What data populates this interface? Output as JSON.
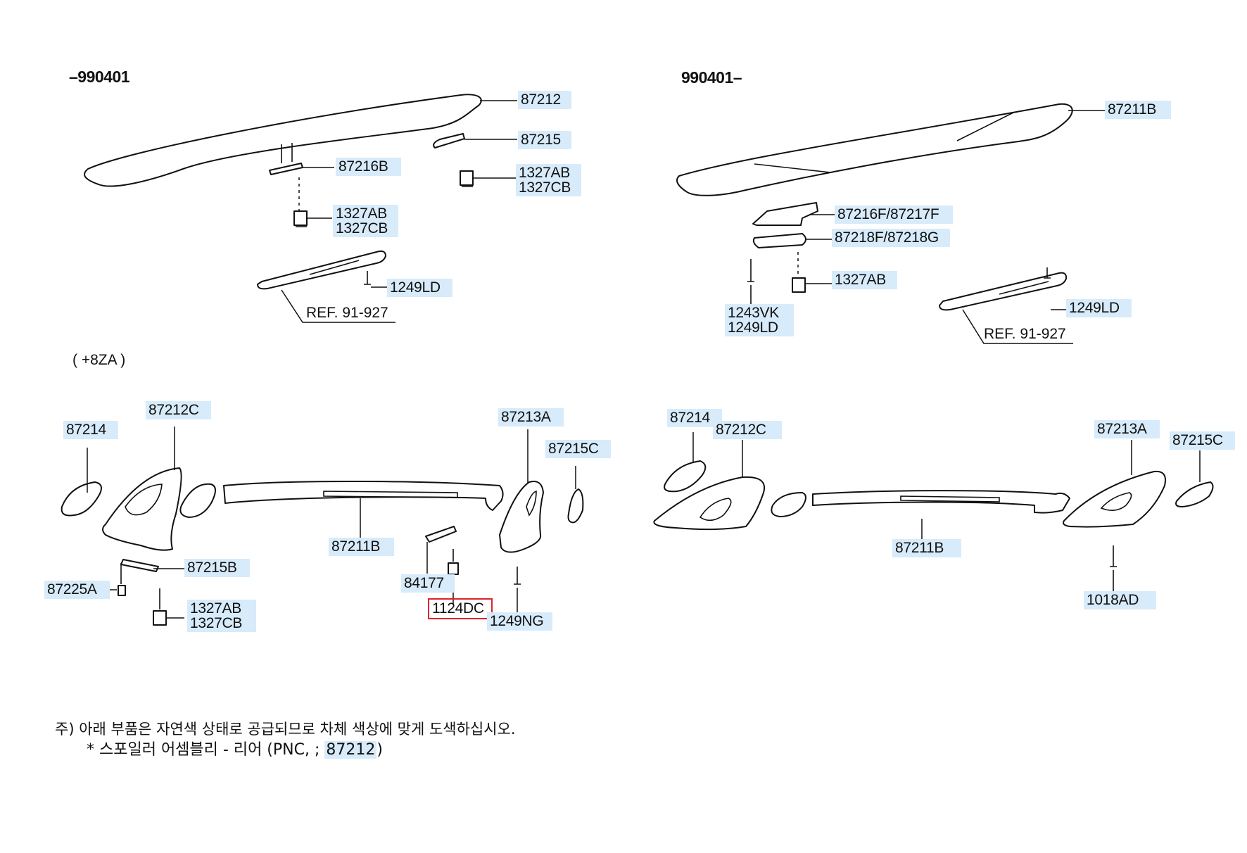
{
  "headers": {
    "top_left": "–990401",
    "top_right": "990401–",
    "variant": "( +8ZA )"
  },
  "labels": {
    "tl_87212": "87212",
    "tl_87215": "87215",
    "tl_87216b": "87216B",
    "tl_1327_a": [
      "1327AB",
      "1327CB"
    ],
    "tl_1327_b": [
      "1327AB",
      "1327CB"
    ],
    "tl_1249ld": "1249LD",
    "tl_ref": "REF. 91-927",
    "tr_87211b": "87211B",
    "tr_87216f": "87216F/87217F",
    "tr_87218f": "87218F/87218G",
    "tr_1327ab": "1327AB",
    "tr_1243": [
      "1243VK",
      "1249LD"
    ],
    "tr_1249ld": "1249LD",
    "tr_ref": "REF. 91-927",
    "bl_87214": "87214",
    "bl_87212c": "87212C",
    "bl_87213a": "87213A",
    "bl_87215c": "87215C",
    "bl_87211b": "87211B",
    "bl_87215b": "87215B",
    "bl_87225a": "87225A",
    "bl_1327": [
      "1327AB",
      "1327CB"
    ],
    "bl_84177": "84177",
    "bl_1124dc": "1124DC",
    "bl_1249ng": "1249NG",
    "br_87214": "87214",
    "br_87212c": "87212C",
    "br_87213a": "87213A",
    "br_87215c": "87215C",
    "br_87211b": "87211B",
    "br_1018ad": "1018AD"
  },
  "highlight_color": "#e0232b",
  "label_bg_color": "#d7ebfa",
  "note": {
    "line1": "주) 아래 부품은 자연색 상태로 공급되므로 차체 색상에 맞게 도색하십시오.",
    "line2_prefix": "* 스포일러 어셈블리 - 리어 (PNC, ;",
    "line2_pnc": "87212",
    "line2_suffix": ")"
  }
}
